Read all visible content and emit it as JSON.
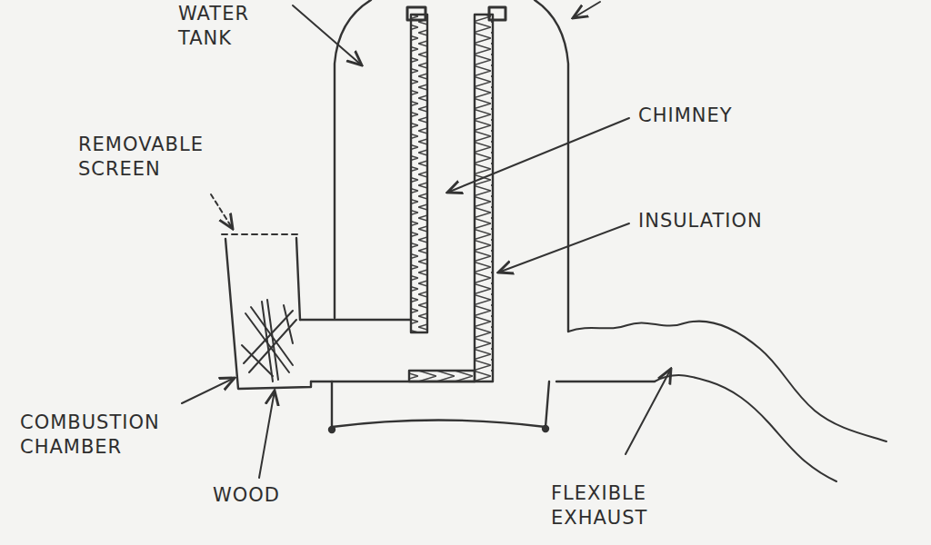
{
  "diagram": {
    "labels": [
      "WATER TANK",
      "CHIMNEY",
      "REMOVABLE SCREEN",
      "INSULATION",
      "COMBUSTION CHAMBER",
      "WOOD",
      "FLEXIBLE EXHAUST"
    ]
  }
}
